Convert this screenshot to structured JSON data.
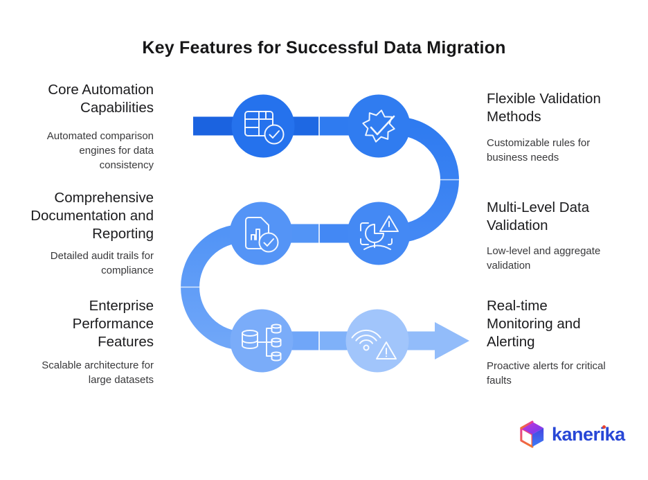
{
  "title": "Key Features for Successful Data Migration",
  "features": {
    "left": [
      {
        "title_lines": [
          "Core Automation",
          "Capabilities"
        ],
        "desc_lines": [
          "Automated comparison",
          "engines for data",
          "consistency"
        ]
      },
      {
        "title_lines": [
          "Comprehensive",
          "Documentation and",
          "Reporting"
        ],
        "desc_lines": [
          "Detailed audit trails for",
          "compliance"
        ]
      },
      {
        "title_lines": [
          "Enterprise",
          "Performance",
          "Features"
        ],
        "desc_lines": [
          "Scalable architecture for",
          "large datasets"
        ]
      }
    ],
    "right": [
      {
        "title_lines": [
          "Flexible Validation",
          "Methods"
        ],
        "desc_lines": [
          "Customizable rules for",
          "business needs"
        ]
      },
      {
        "title_lines": [
          "Multi-Level Data",
          "Validation"
        ],
        "desc_lines": [
          "Low-level and aggregate",
          "validation"
        ]
      },
      {
        "title_lines": [
          "Real-time",
          "Monitoring and",
          "Alerting"
        ],
        "desc_lines": [
          "Proactive alerts for critical",
          "faults"
        ]
      }
    ]
  },
  "flow": {
    "step_icons": [
      "table-check-icon",
      "gear-check-icon",
      "document-chart-check-icon",
      "data-scan-alert-icon",
      "database-tree-icon",
      "wifi-alert-icon"
    ],
    "circle_colors": [
      "#2572ED",
      "#307CF0",
      "#5494F6",
      "#4489F4",
      "#7AACF9",
      "#A1C5FB"
    ],
    "segment_colors": {
      "stub": "#1B63E0",
      "bar1_left": "#1E68E3",
      "bar1_right": "#2F7BF0",
      "arc_right_top": "#2F7BF0",
      "arc_right_bottom": "#4388F4",
      "bar2_right": "#4388F4",
      "bar2_left": "#5294F6",
      "arc_left_top": "#5294F6",
      "arc_left_bottom": "#6FA6F8",
      "bar3_left": "#70A6F8",
      "bar3_right": "#7FB1F9",
      "arrow": "#92BCFA"
    },
    "icon_stroke": "#FFFFFF"
  },
  "text_colors": {
    "title": "#161617",
    "heading": "#1B1B1D",
    "body": "#38383A"
  },
  "logo": {
    "text": "kanerika",
    "text_color": "#2847D6",
    "dot_color": "#E8432F",
    "cube_colors": {
      "magenta": "#C936D8",
      "purple": "#6D3BEF",
      "indigo": "#4743E0",
      "blue": "#3B7CF5",
      "pink": "#E5399A",
      "orange": "#F2742C"
    }
  }
}
